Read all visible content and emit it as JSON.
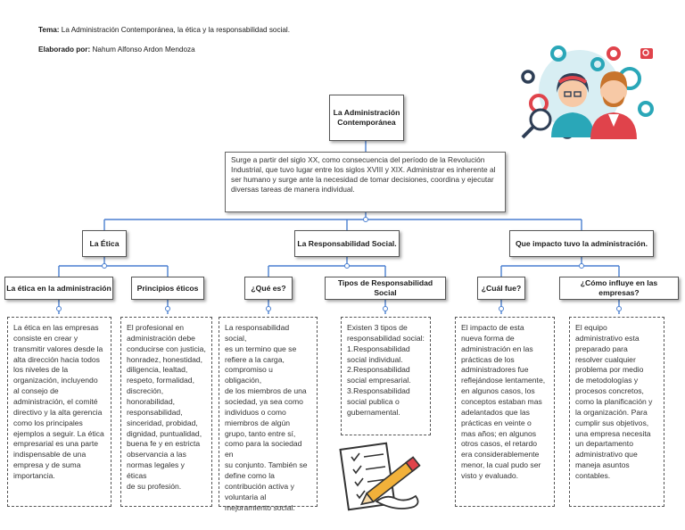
{
  "header": {
    "tema_label": "Tema:",
    "tema_value": "La Administración Contemporánea, la ética y la responsabilidad social.",
    "autor_label": "Elaborado por:",
    "autor_value": "Nahum Alfonso Ardon Mendoza"
  },
  "root": {
    "title_line1": "La Administración",
    "title_line2": "Contemporánea",
    "description": "Surge a partir del siglo XX, como consecuencia del período de la Revolución Industrial, que tuvo lugar entre los siglos XVIII y XIX. Administrar es inherente al ser humano y surge ante la necesidad de tomar decisiones, coordina y ejecutar diversas tareas de manera individual."
  },
  "branches": {
    "etica": "La Ética",
    "responsabilidad": "La Responsabilidad Social.",
    "impacto": "Que impacto tuvo la administración."
  },
  "subtopics": {
    "etica_admin": "La ética en la administración",
    "principios": "Principios éticos",
    "que_es": "¿Qué es?",
    "tipos": "Tipos de Responsabilidad Social",
    "cual_fue": "¿Cuál fue?",
    "como_influye": "¿Cómo influye en las empresas?"
  },
  "texts": {
    "etica_admin": "La ética en las empresas\nconsiste en crear y\ntransmitir valores desde la\nalta dirección hacia todos\nlos niveles de la\norganización, incluyendo\nal consejo de\nadministración, el comité\ndirectivo y la alta gerencia\ncomo los principales\nejemplos a seguir. La ética\nempresarial es una parte\nindispensable de una\nempresa y de suma\nimportancia.",
    "principios": "El profesional en\nadministración debe\nconducirse con justicia,\nhonradez, honestidad,\ndiligencia, lealtad,\nrespeto, formalidad,\ndiscreción,\nhonorabilidad,\nresponsabilidad,\nsinceridad, probidad,\ndignidad, puntualidad,\nbuena fe y en estricta\nobservancia a las\nnormas legales y éticas\nde su profesión.",
    "que_es": "La responsabilidad social,\nes un termino que se\nrefiere a la carga,\ncompromiso u obligación,\nde los miembros de una\nsociedad, ya sea como\nindividuos o como\nmiembros de algún\ngrupo, tanto entre sí,\ncomo para la sociedad en\nsu conjunto. También se\ndefine como la\ncontribución activa y\nvoluntaria al\nmejoramiento social.",
    "tipos": "Existen 3 tipos de\nresponsabilidad social:\n1.Responsabilidad\nsocial individual.\n2.Responsabilidad\nsocial empresarial.\n3.Responsabilidad\nsocial publica o\ngubernamental.",
    "cual_fue": "El impacto de esta\nnueva forma de\nadministración en las\nprácticas de los\nadministradores fue\nreflejándose lentamente,\nen algunos casos, los\nconceptos estaban mas\nadelantados que las\nprácticas en veinte o\nmas años; en algunos\notros casos, el retardo\nera considerablemente\nmenor, la cual pudo ser\nvisto y evaluado.",
    "como_influye": "El equipo\nadministrativo esta\npreparado para\nresolver cualquier\nproblema por medio\nde metodologías y\nprocesos concretos,\ncomo la planificación y\nla organización. Para\ncumplir sus objetivos,\nuna empresa necesita\nun departamento\nadministrativo que\nmaneja asuntos\ncontables."
  },
  "colors": {
    "connector": "#4a7fd0",
    "box_border": "#555555",
    "accent_red": "#e0434b",
    "accent_teal": "#2aa7b8"
  },
  "icons": {
    "top_right": "business-people-gears-illustration",
    "bottom_center": "checklist-pencil-illustration"
  }
}
